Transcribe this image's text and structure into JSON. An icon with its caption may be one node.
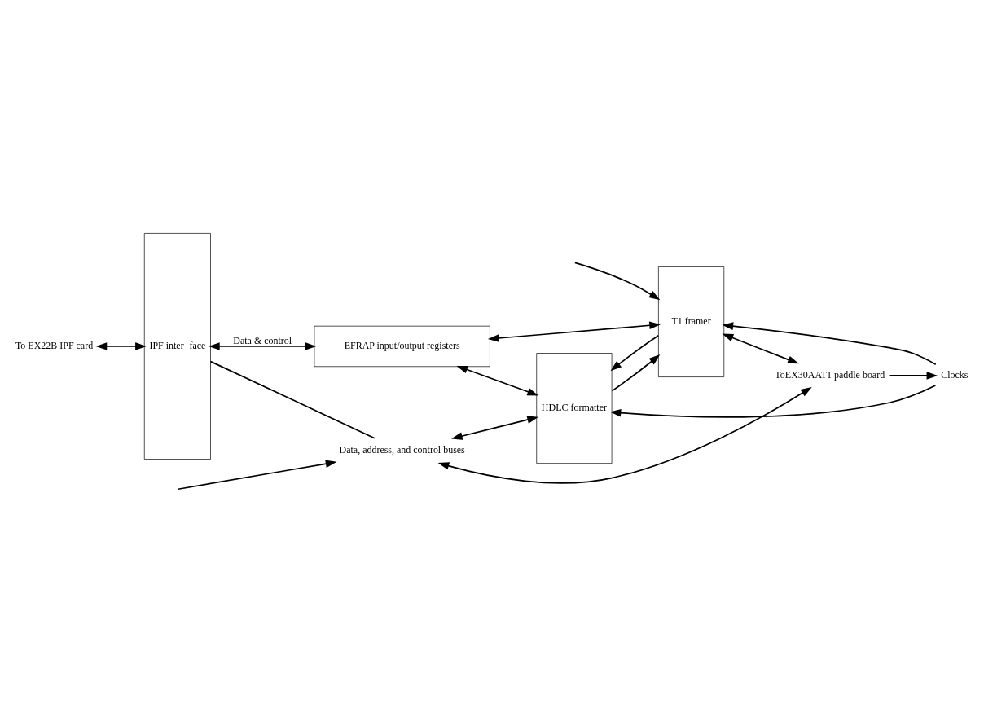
{
  "diagram": {
    "nodes": [
      {
        "text": [
          "IPF inter- face"
        ]
      },
      {
        "text": [
          "EFRAP input/output registers"
        ]
      },
      {
        "text": [
          "HDLC formatter"
        ]
      },
      {
        "text": [
          "T1 framer"
        ]
      },
      {
        "text": [
          "To EX22B IPF card"
        ]
      },
      {
        "text": [
          "ToEX30AAT1 paddle board"
        ]
      },
      {
        "text": [
          "Data, address, and control buses"
        ]
      },
      {
        "text": [
          "Clocks"
        ]
      }
    ],
    "edges": [
      {
        "from": 4,
        "to": 0,
        "arrow": "both"
      },
      {
        "from": 0,
        "to": 1,
        "arrow": "both",
        "label": "Data & control"
      },
      {
        "from": 1,
        "to": 2,
        "arrow": "both"
      },
      {
        "from": 1,
        "to": 3,
        "arrow": "both"
      },
      {
        "from": 2,
        "to": 3,
        "arrow": "to"
      },
      {
        "from": 3,
        "to": 2,
        "arrow": "to"
      },
      {
        "from": 3,
        "to": 5,
        "arrow": "both"
      },
      {
        "from": 0,
        "to": 6,
        "arrow": "none"
      },
      {
        "from": 6,
        "to": 2,
        "arrow": "both"
      },
      {
        "from": 6,
        "to": 5,
        "arrow": "both"
      },
      {
        "from": 7,
        "to": 2,
        "arrow": "to"
      },
      {
        "from": 7,
        "to": 3,
        "arrow": "to"
      },
      {
        "from": 5,
        "to": 7,
        "arrow": "to"
      },
      {
        "from": null,
        "to": 3,
        "arrow": "to"
      },
      {
        "from": null,
        "to": 6,
        "arrow": "to"
      }
    ]
  }
}
